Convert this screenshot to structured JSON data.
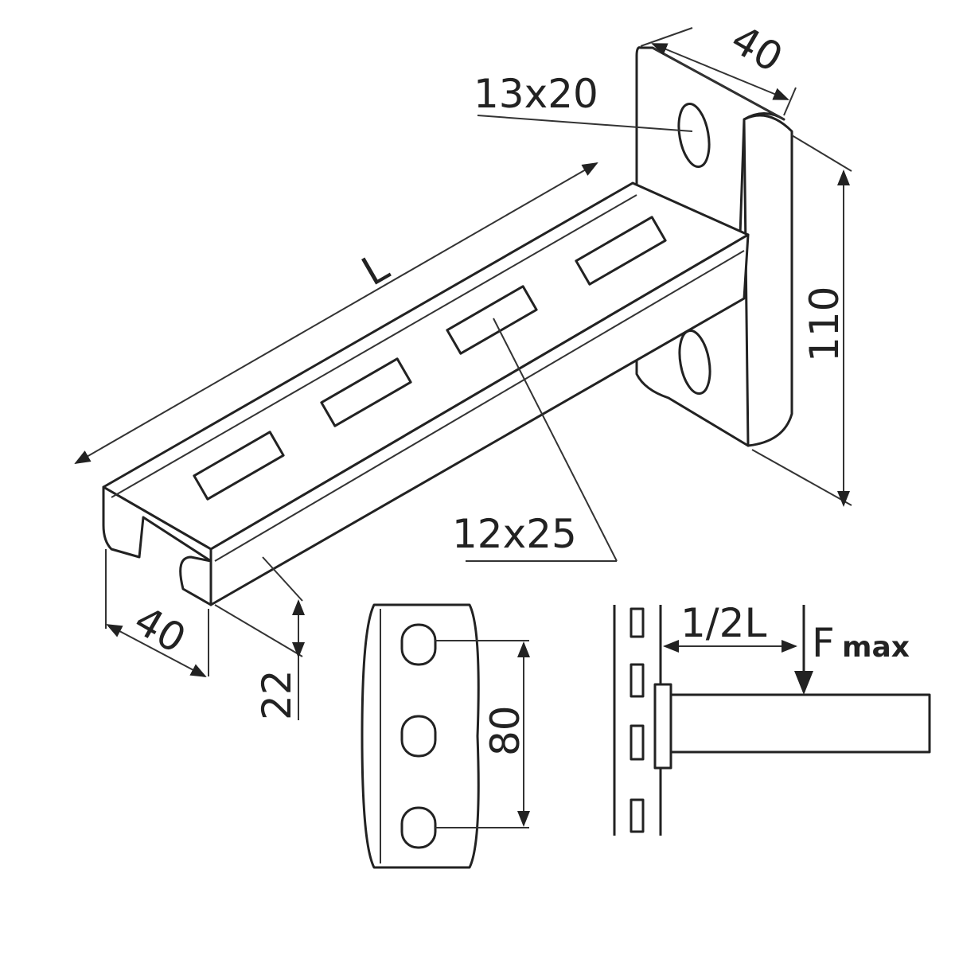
{
  "labels": {
    "plate_width": "40",
    "mount_hole": "13x20",
    "plate_height": "110",
    "length": "L",
    "slot_size": "12x25",
    "channel_width": "40",
    "channel_height": "22",
    "hole_spacing": "80",
    "half_length": "1/2L",
    "force": "F",
    "force_sub": "max"
  },
  "colors": {
    "line": "#222222",
    "background": "#ffffff"
  }
}
